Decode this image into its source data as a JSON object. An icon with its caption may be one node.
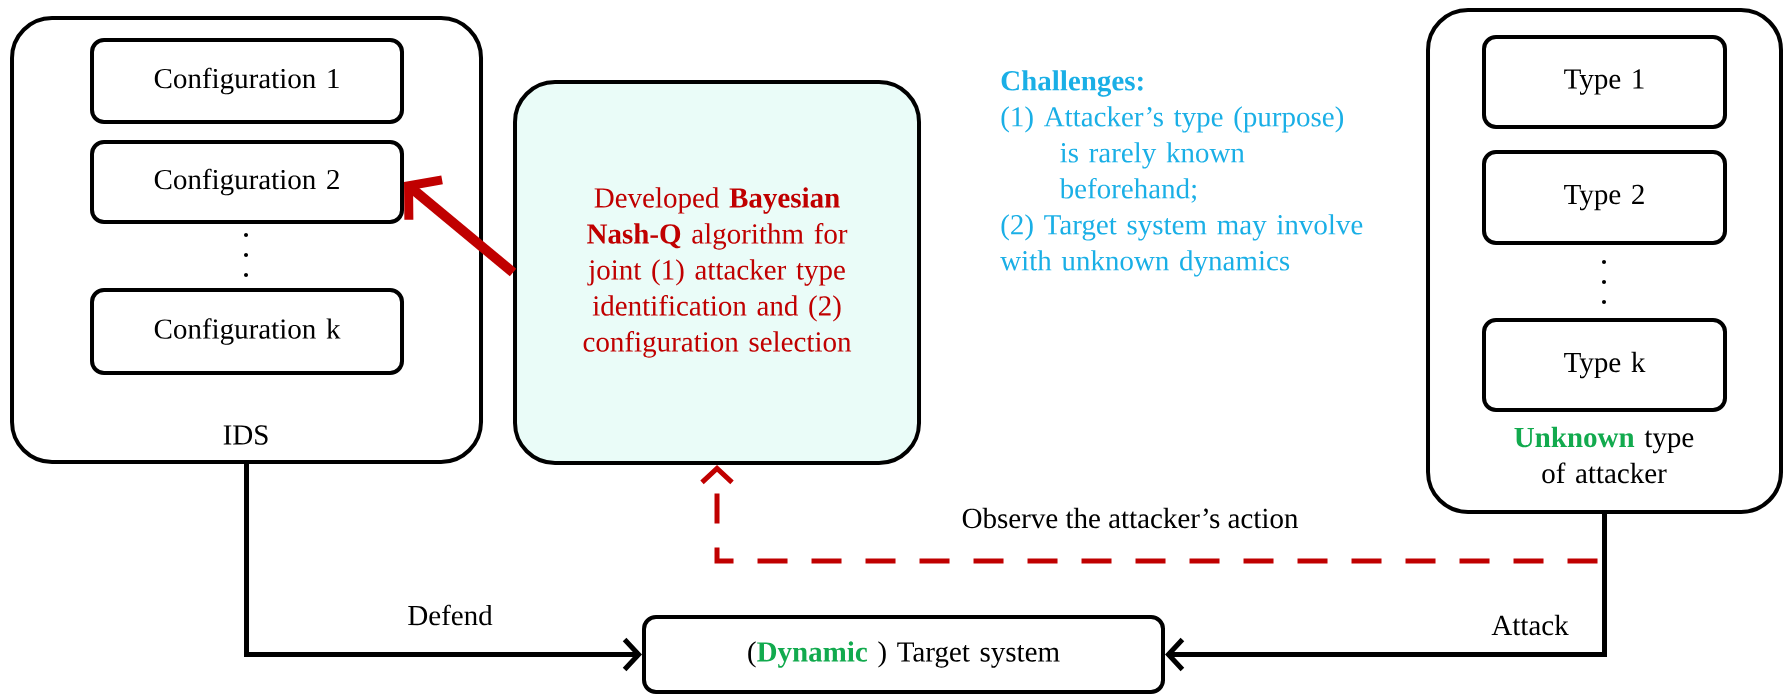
{
  "diagram": {
    "nodes": [
      {
        "text": [
          "IDS"
        ]
      },
      {
        "text": [
          "Configuration 1"
        ],
        "in": 0
      },
      {
        "text": [
          "Configuration 2"
        ],
        "in": 0
      },
      {
        "text": [
          "Configuration k"
        ],
        "in": 0
      },
      {
        "text": [
          "Developed **Bayesian Nash-Q** algorithm for joint (1) attacker type identification and (2) configuration selection"
        ]
      },
      {
        "text": [
          "**Unknown** type of attacker"
        ]
      },
      {
        "text": [
          "Type 1"
        ],
        "in": 5
      },
      {
        "text": [
          "Type 2"
        ],
        "in": 5
      },
      {
        "text": [
          "Type k"
        ],
        "in": 5
      },
      {
        "text": [
          "(**Dynamic** ) Target system"
        ]
      }
    ],
    "edges": [
      {
        "from": 4,
        "to": 2,
        "arrow": "to",
        "style": "thick",
        "color": "#c00000"
      },
      {
        "from": 5,
        "to": 4,
        "arrow": "to",
        "style": "dashed",
        "color": "#c00000",
        "label": "Observe the attacker’s action"
      },
      {
        "from": 0,
        "to": 9,
        "arrow": "to",
        "color": "#000000",
        "label": "Defend"
      },
      {
        "from": 5,
        "to": 9,
        "arrow": "to",
        "color": "#000000",
        "label": "Attack"
      }
    ],
    "labels": [
      "Challenges:",
      "(1) Attacker’s type (purpose) is rarely known beforehand;",
      "(2) Target system may involve with unknown dynamics"
    ]
  }
}
